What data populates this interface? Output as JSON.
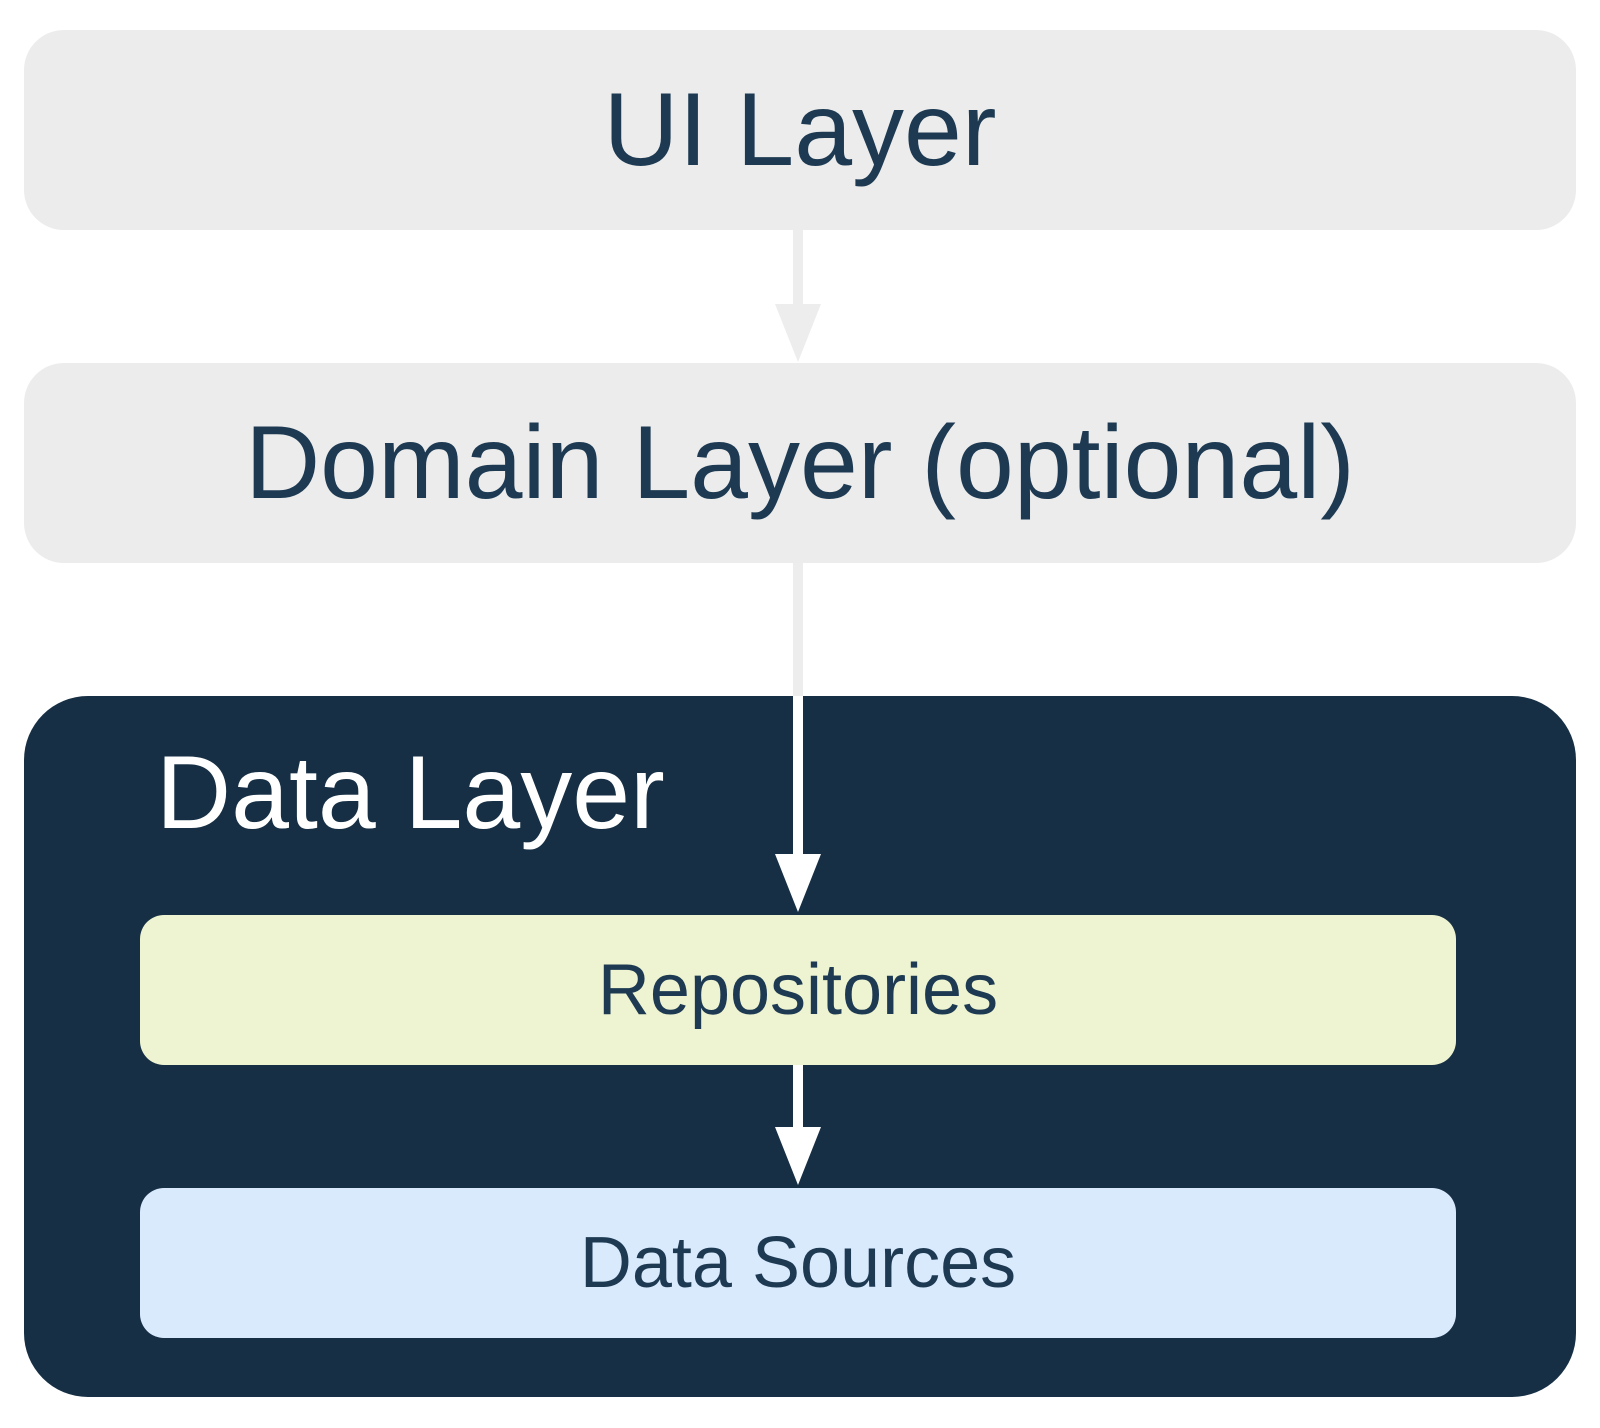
{
  "diagram": {
    "type": "layered-architecture",
    "nodes": {
      "ui_layer": {
        "label": "UI Layer"
      },
      "domain_layer": {
        "label": "Domain Layer (optional)"
      },
      "data_layer": {
        "label": "Data Layer"
      },
      "repositories": {
        "label": "Repositories"
      },
      "data_sources": {
        "label": "Data Sources"
      }
    },
    "edges": [
      {
        "from": "UI Layer",
        "to": "Domain Layer (optional)"
      },
      {
        "from": "Domain Layer (optional)",
        "to": "Repositories"
      },
      {
        "from": "Repositories",
        "to": "Data Sources"
      }
    ],
    "colors": {
      "background": "#ffffff",
      "layer_box_gray": "#ececec",
      "data_layer_navy": "#162f44",
      "repositories_green": "#eef4d1",
      "data_sources_blue": "#d9eafd",
      "label_navy": "#1d3a52",
      "data_layer_title_white": "#ffffff",
      "arrow_gray": "#ededed",
      "arrow_white": "#ffffff"
    }
  }
}
